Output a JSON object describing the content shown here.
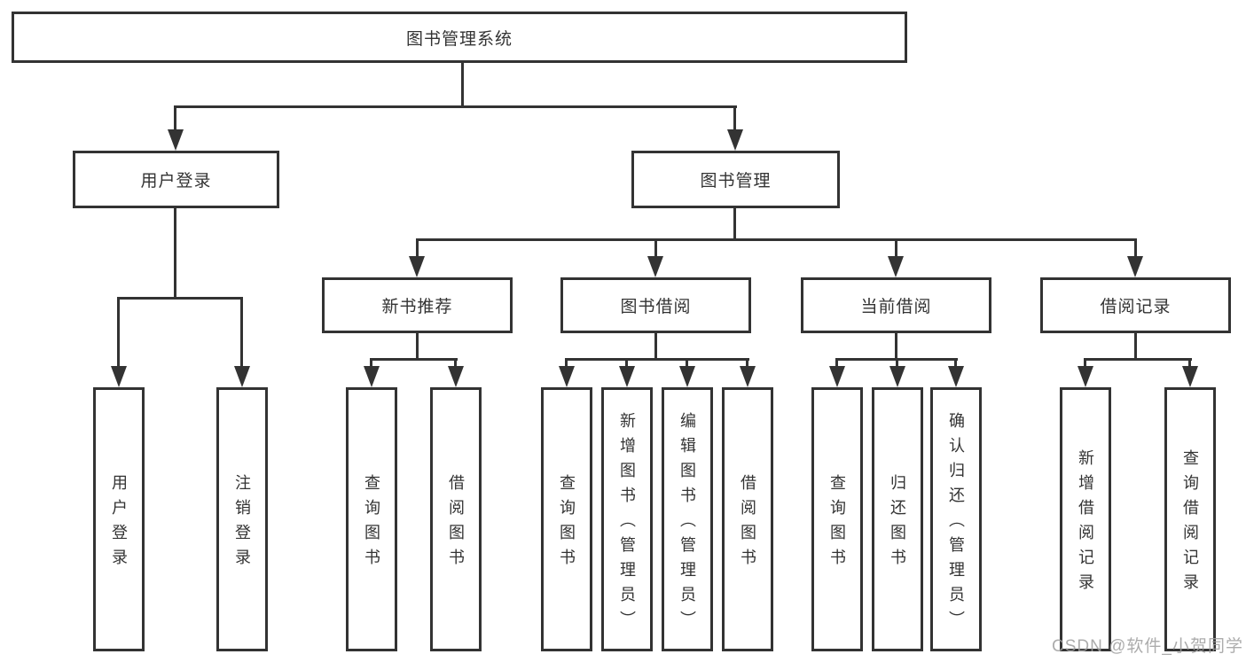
{
  "diagram": {
    "title": "图书管理系统",
    "branches": [
      {
        "label": "用户登录",
        "leaves": [
          "用户登录",
          "注销登录"
        ]
      },
      {
        "label": "图书管理",
        "groups": [
          {
            "label": "新书推荐",
            "leaves": [
              "查询图书",
              "借阅图书"
            ]
          },
          {
            "label": "图书借阅",
            "leaves": [
              "查询图书",
              "新增图书（管理员）",
              "编辑图书（管理员）",
              "借阅图书"
            ]
          },
          {
            "label": "当前借阅",
            "leaves": [
              "查询图书",
              "归还图书",
              "确认归还（管理员）"
            ]
          },
          {
            "label": "借阅记录",
            "leaves": [
              "新增借阅记录",
              "查询借阅记录"
            ]
          }
        ]
      }
    ]
  },
  "watermark": "CSDN @软件_小贺同学",
  "colors": {
    "line": "#333333",
    "text": "#333333",
    "background": "#ffffff",
    "watermark": "#9e9e9e"
  }
}
